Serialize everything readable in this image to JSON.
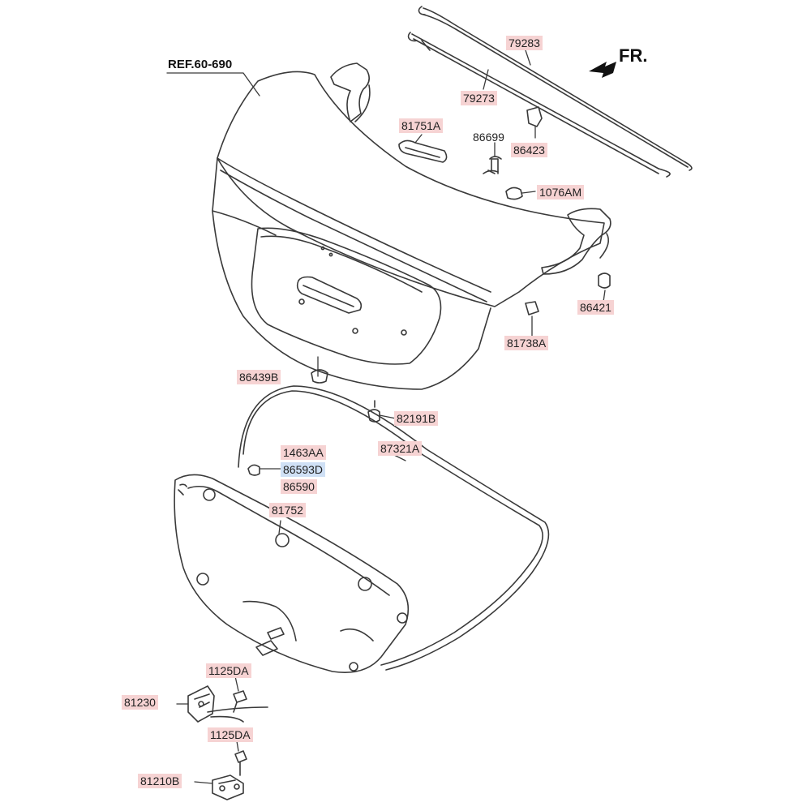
{
  "ref_label": "REF.60-690",
  "direction_label": "FR.",
  "colors": {
    "highlight_red": "#f6d3d3",
    "highlight_blue": "#cfe0f5",
    "line": "#3a3a3a"
  },
  "parts": [
    {
      "id": "p79283",
      "code": "79283",
      "highlight": "red"
    },
    {
      "id": "p79273",
      "code": "79273",
      "highlight": "red"
    },
    {
      "id": "p81751A",
      "code": "81751A",
      "highlight": "red"
    },
    {
      "id": "p86699",
      "code": "86699",
      "highlight": "none"
    },
    {
      "id": "p86423",
      "code": "86423",
      "highlight": "red"
    },
    {
      "id": "p1076AM",
      "code": "1076AM",
      "highlight": "red"
    },
    {
      "id": "p86421",
      "code": "86421",
      "highlight": "red"
    },
    {
      "id": "p81738A",
      "code": "81738A",
      "highlight": "red"
    },
    {
      "id": "p86439B",
      "code": "86439B",
      "highlight": "red"
    },
    {
      "id": "p82191B",
      "code": "82191B",
      "highlight": "red"
    },
    {
      "id": "p1463AA",
      "code": "1463AA",
      "highlight": "red"
    },
    {
      "id": "p86593D",
      "code": "86593D",
      "highlight": "blue"
    },
    {
      "id": "p86590",
      "code": "86590",
      "highlight": "red"
    },
    {
      "id": "p87321A",
      "code": "87321A",
      "highlight": "red"
    },
    {
      "id": "p81752",
      "code": "81752",
      "highlight": "red"
    },
    {
      "id": "p1125DA_1",
      "code": "1125DA",
      "highlight": "red"
    },
    {
      "id": "p81230",
      "code": "81230",
      "highlight": "red"
    },
    {
      "id": "p1125DA_2",
      "code": "1125DA",
      "highlight": "red"
    },
    {
      "id": "p81210B",
      "code": "81210B",
      "highlight": "red"
    }
  ]
}
